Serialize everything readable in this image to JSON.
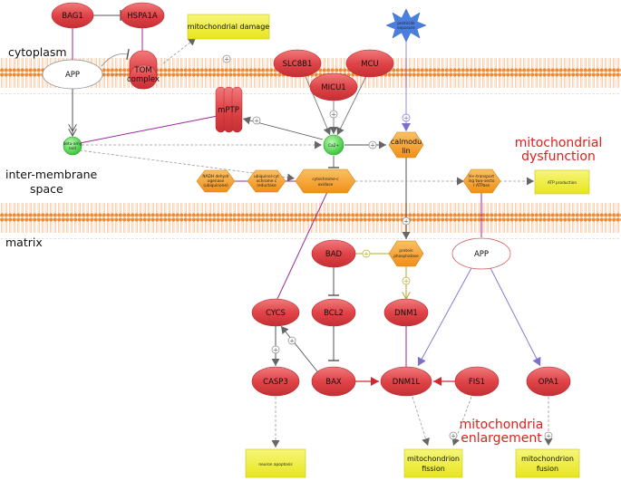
{
  "compartments": {
    "cytoplasm": "cytoplasm",
    "intermembrane_line1": "inter-membrane",
    "intermembrane_line2": "space",
    "matrix": "matrix"
  },
  "annotations": {
    "dysfunction_line1": "mitochondrial",
    "dysfunction_line2": "dysfunction",
    "enlargement_line1": "mitochondria",
    "enlargement_line2": "enlargement"
  },
  "proteins": {
    "bag1": "BAG1",
    "hspa1a": "HSPA1A",
    "app_top": "APP",
    "tom_line1": "TOM",
    "tom_line2": "complex",
    "slc8b1": "SLC8B1",
    "mcu": "MCU",
    "micu1": "MICU1",
    "mptp": "mPTP",
    "bad": "BAD",
    "bcl2": "BCL2",
    "dnm1": "DNM1",
    "cycs": "CYCS",
    "casp3": "CASP3",
    "bax": "BAX",
    "dnm1l": "DNM1L",
    "fis1": "FIS1",
    "opa1": "OPA1",
    "app_matrix": "APP"
  },
  "molecules": {
    "abeta_line1": "beta-amy",
    "abeta_line2": "loid",
    "ca_ion": "Ca2+",
    "calmodulin_line1": "calmodu",
    "calmodulin_line2": "lin"
  },
  "enzymes": {
    "nadh_line1": "NADH dehydr",
    "nadh_line2": "ogenase",
    "nadh_line3": "(ubiquinone)",
    "ubiq_line1": "ubiquinol-cyt",
    "ubiq_line2": "ochrome c",
    "ubiq_line3": "reductase",
    "cyto_line1": "cytochrome-c",
    "cyto_line2": "oxidase",
    "atpase_line1": "H+-transport",
    "atpase_line2": "ing two-secto",
    "atpase_line3": "r ATPase",
    "pp_line1": "protein",
    "pp_line2": "phosphatase"
  },
  "stimulus": {
    "line1": "pesticide",
    "line2": "exposure"
  },
  "processes": {
    "mito_damage": "mitochondrial damage",
    "atp_production": "ATP production",
    "neuron_apoptosis": "neuron apoptosis",
    "fission_line1": "mitochondrion",
    "fission_line2": "fission",
    "fusion_line1": "mitochondrion",
    "fusion_line2": "fusion"
  },
  "colors": {
    "protein_fill": "#e04448",
    "molecule_fill": "#3fd33f",
    "enzyme_fill": "#f5a130",
    "process_fill": "#f0ef2a",
    "membrane": "#f08a34",
    "annotation_red": "#e0201b",
    "link_purple": "#9b2b9b"
  }
}
